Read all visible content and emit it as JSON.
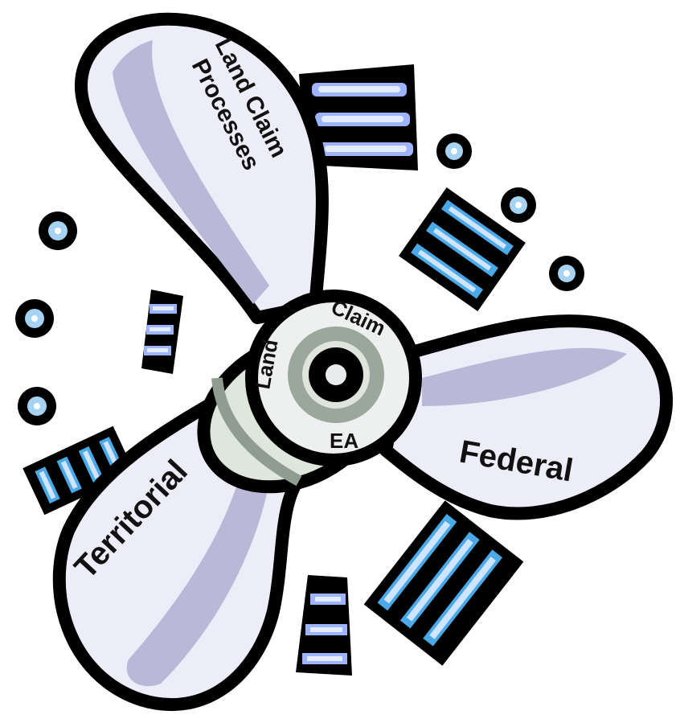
{
  "labels": {
    "blade_top_line1": "Land Claim",
    "blade_top_line2": "Processes",
    "blade_right": "Federal",
    "blade_left": "Territorial",
    "hub_top": "Claim",
    "hub_left": "Land",
    "hub_bottom": "EA"
  },
  "colors": {
    "outline": "#000000",
    "blade_fill": "#ecedf8",
    "blade_shade": "#b9b8d6",
    "hub_face": "#eef0f0",
    "hub_ring": "#8f9c8f",
    "motion_light": "#cfe4ff",
    "motion_blue": "#4aa9e6",
    "dot_fill": "#a6d3f2"
  },
  "icons": [
    "propeller-icon",
    "motion-dot-icon",
    "motion-stripes-icon"
  ]
}
